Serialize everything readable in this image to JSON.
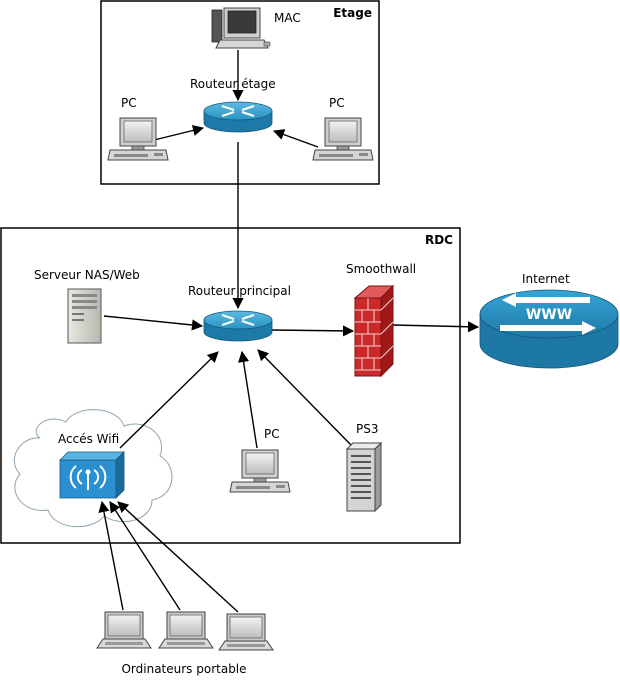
{
  "zones": {
    "etage": {
      "title": "Etage"
    },
    "rdc": {
      "title": "RDC"
    }
  },
  "nodes": {
    "mac": {
      "label": "MAC",
      "icon": "mac-computer-icon"
    },
    "router_etage": {
      "label": "Routeur étage",
      "icon": "router-icon"
    },
    "pc_etage_left": {
      "label": "PC",
      "icon": "desktop-pc-icon"
    },
    "pc_etage_right": {
      "label": "PC",
      "icon": "desktop-pc-icon"
    },
    "nas": {
      "label": "Serveur NAS/Web",
      "icon": "server-icon"
    },
    "router_main": {
      "label": "Routeur principal",
      "icon": "router-icon"
    },
    "firewall": {
      "label": "Smoothwall",
      "icon": "firewall-icon"
    },
    "internet": {
      "label": "Internet",
      "icon": "www-cloud-icon",
      "badge": "WWW"
    },
    "wifi": {
      "label": "Accés Wifi",
      "icon": "wifi-access-point-icon"
    },
    "pc_rdc": {
      "label": "PC",
      "icon": "desktop-pc-icon"
    },
    "ps3": {
      "label": "PS3",
      "icon": "tower-server-icon"
    },
    "laptops": {
      "label": "Ordinateurs portable",
      "icon": "laptop-icon"
    }
  },
  "colors": {
    "router_blue": "#2f9fd0",
    "router_dark": "#1d7aa8",
    "firewall_red": "#cc2a2a",
    "wifi_blue": "#2b90cf",
    "cloud_stroke": "#8fa3b0"
  }
}
